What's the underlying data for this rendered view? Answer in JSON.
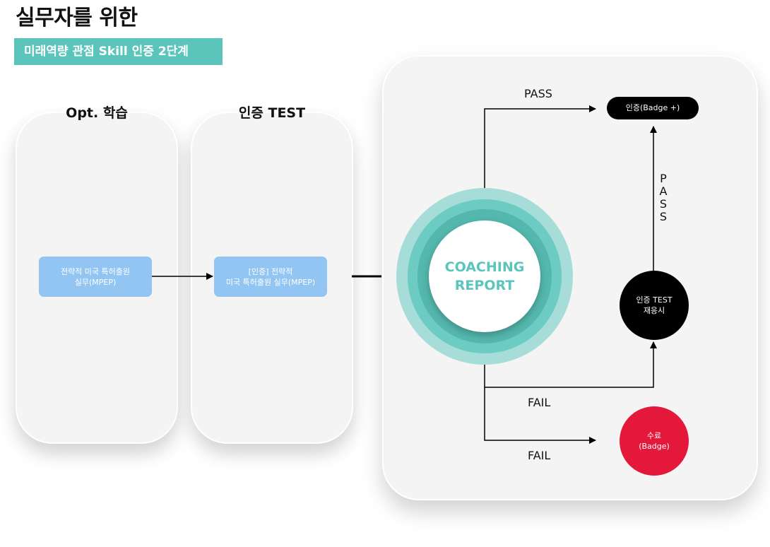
{
  "header": {
    "title": "실무자를 위한",
    "subtitle": "미래역량 관점 Skill 인증 2단계"
  },
  "stages": {
    "study": {
      "title": "Opt. 학습",
      "course_line1": "전략적 미국 특허출원",
      "course_line2": "실무(MPEP)"
    },
    "test": {
      "title": "인증 TEST",
      "course_line1": "[인증] 전략적",
      "course_line2": "미국 특허출원 실무(MPEP)"
    }
  },
  "coaching": {
    "core_line1": "COACHING",
    "core_line2": "REPORT",
    "pass_label": "PASS",
    "fail_label_1": "FAIL",
    "fail_label_2": "FAIL",
    "vertical_pass_label": "PASS",
    "badge_plus": "인증(Badge +)",
    "retest_line1": "인증 TEST",
    "retest_line2": "재응시",
    "complete_line1": "수료",
    "complete_line2": "(Badge)"
  },
  "colors": {
    "accent_teal": "#5bc5bc",
    "course_box": "#92c5f2",
    "complete_red": "#e3183a",
    "node_black": "#000000",
    "panel_gray": "#f4f4f4"
  }
}
